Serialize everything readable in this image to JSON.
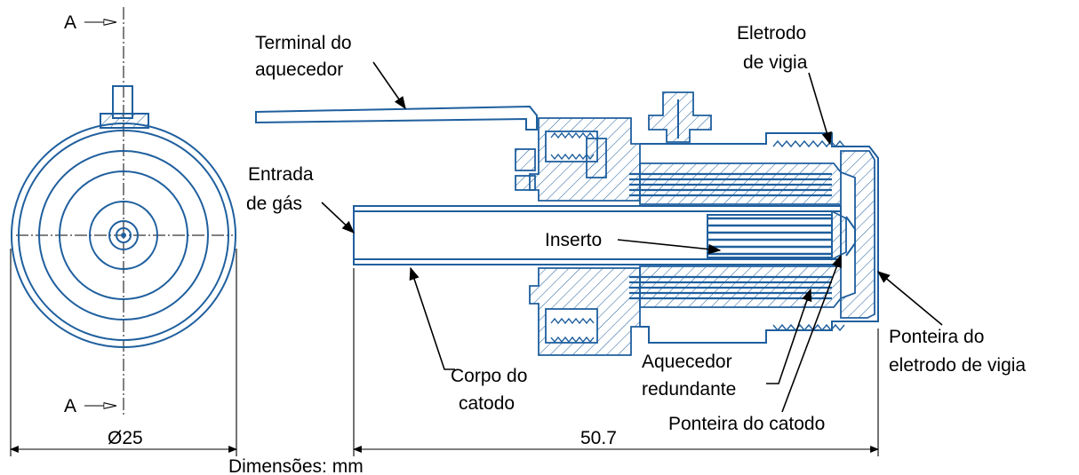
{
  "title": "",
  "section_marks": {
    "top": "A",
    "bottom": "A"
  },
  "dimensions": {
    "diameter": "Ø25",
    "length": "50.7",
    "units_note": "Dimensões: mm"
  },
  "labels": {
    "heater_terminal_line1": "Terminal do",
    "heater_terminal_line2": "aquecedor",
    "keeper_electrode_line1": "Eletrodo",
    "keeper_electrode_line2": "de vigia",
    "gas_inlet_line1": "Entrada",
    "gas_inlet_line2": "de gás",
    "insert": "Inserto",
    "cathode_body_line1": "Corpo do",
    "cathode_body_line2": "catodo",
    "redundant_heater_line1": "Aquecedor",
    "redundant_heater_line2": "redundante",
    "cathode_tip": "Ponteira do catodo",
    "keeper_tip_line1": "Ponteira do",
    "keeper_tip_line2": "eletrodo de vigia"
  },
  "colors": {
    "outline": "#1f5f9e",
    "annotation": "#000000",
    "background": "#ffffff"
  }
}
